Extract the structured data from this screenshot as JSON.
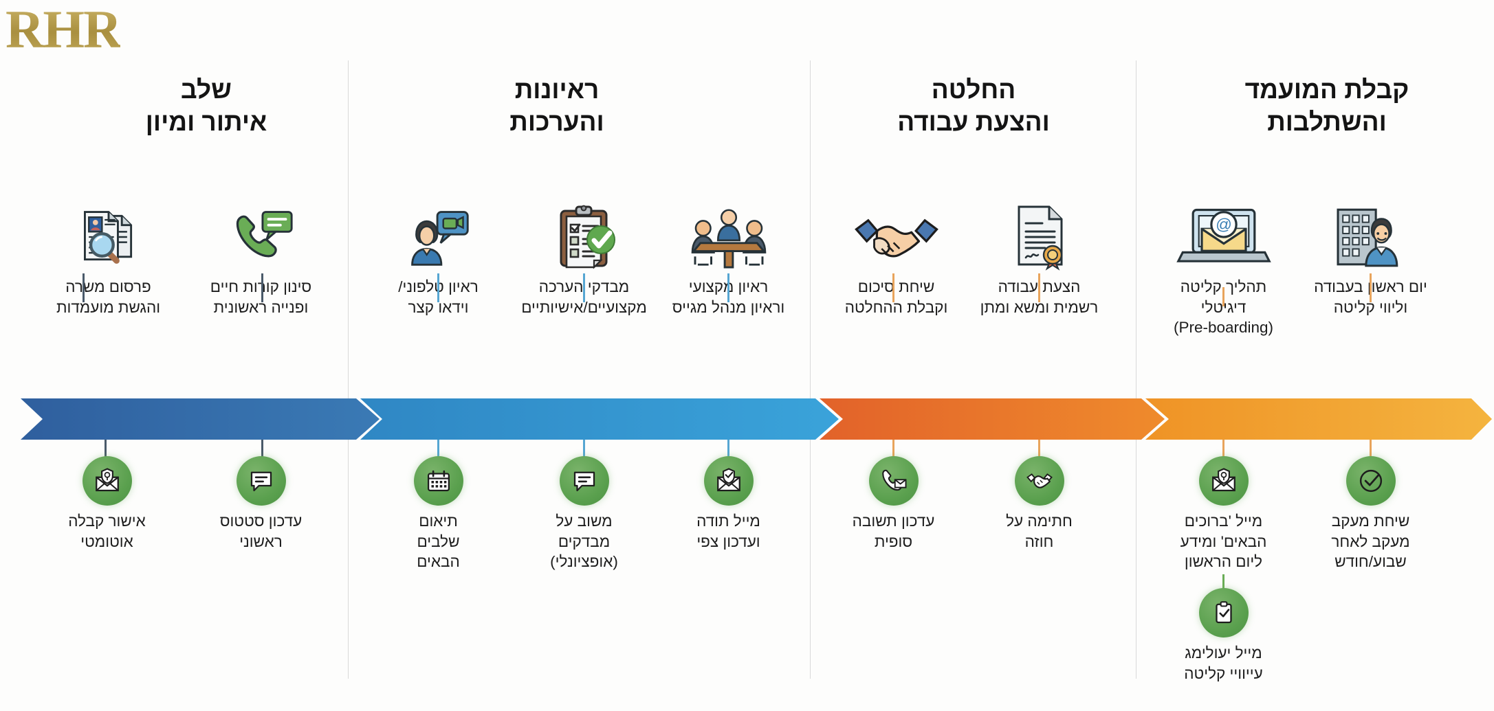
{
  "brand": {
    "logo_text": "RHR",
    "logo_color": "#b39a4d"
  },
  "colors": {
    "stage1_arrow_from": "#2f5f9e",
    "stage1_arrow_to": "#3a78b5",
    "stage2_arrow_from": "#2f87c4",
    "stage2_arrow_to": "#3aa0d8",
    "stage3_arrow_from": "#e2622a",
    "stage3_arrow_to": "#ef8b2c",
    "stage4_arrow_from": "#ef9326",
    "stage4_arrow_to": "#f4b43f",
    "badge_green": "#5aa04e",
    "stem_blue_dark": "#4a5a6a",
    "stem_blue_light": "#56a6d2",
    "stem_orange": "#e8a45c"
  },
  "stages": [
    {
      "id": "sourcing",
      "title_line1": "שלב",
      "title_line2": "איתור ומיון",
      "above": [
        {
          "icon": "resume-search-icon",
          "label": "פרסום משרה\nוהגשת מועמדות"
        },
        {
          "icon": "phone-chat-icon",
          "label": "סינון קורות חיים\nופנייה ראשונית"
        }
      ],
      "below": [
        {
          "icon": "envelope-confirm-icon",
          "label": "אישור קבלה\nאוטומטי"
        },
        {
          "icon": "chat-bubble-icon",
          "label": "עדכון סטטוס\nראשוני"
        }
      ]
    },
    {
      "id": "interviews",
      "title_line1": "ראיונות",
      "title_line2": "והערכות",
      "above": [
        {
          "icon": "video-interview-icon",
          "label": "ראיון טלפוני/\nוידאו קצר"
        },
        {
          "icon": "assessment-clipboard-icon",
          "label": "מבדקי הערכה\nמקצועיים/אישיותיים"
        },
        {
          "icon": "meeting-table-icon",
          "label": "ראיון מקצועי\nוראיון מנהל מגייס"
        }
      ],
      "below": [
        {
          "icon": "calendar-icon",
          "label": "תיאום\nשלבים\nהבאים"
        },
        {
          "icon": "feedback-chat-icon",
          "label": "משוב על\nמבדקים\n(אופציונלי)"
        },
        {
          "icon": "thankyou-mail-icon",
          "label": "מייל תודה\nועדכון צפי"
        }
      ]
    },
    {
      "id": "decision",
      "title_line1": "החלטה",
      "title_line2": "והצעת עבודה",
      "above": [
        {
          "icon": "handshake-icon",
          "label": "שיחת סיכום\nוקבלת ההחלטה"
        },
        {
          "icon": "contract-seal-icon",
          "label": "הצעת עבודה\nרשמית ומשא ומתן"
        }
      ],
      "below": [
        {
          "icon": "phone-mail-icon",
          "label": "עדכון תשובה\nסופית"
        },
        {
          "icon": "signed-handshake-icon",
          "label": "חתימה על\nחוזה"
        }
      ]
    },
    {
      "id": "onboarding",
      "title_line1": "קבלת המועמד",
      "title_line2": "והשתלבות",
      "above": [
        {
          "icon": "laptop-email-icon",
          "label": "תהליך קליטה\nדיגיטלי\n(Pre-boarding)"
        },
        {
          "icon": "office-employee-icon",
          "label": "יום ראשון בעבודה\nוליווי קליטה"
        }
      ],
      "below": [
        {
          "icon": "welcome-mail-icon",
          "label": "מייל 'ברוכים\nהבאים' ומידע\nליום הראשון"
        },
        {
          "icon": "check-circle-icon",
          "label": "שיחת מעקב\nמעקב לאחר\nשבוע/חודש"
        }
      ],
      "extra": [
        {
          "icon": "clipboard-check-icon",
          "label": "מייל יעולימג\nעייוויי קליטה"
        }
      ]
    }
  ]
}
